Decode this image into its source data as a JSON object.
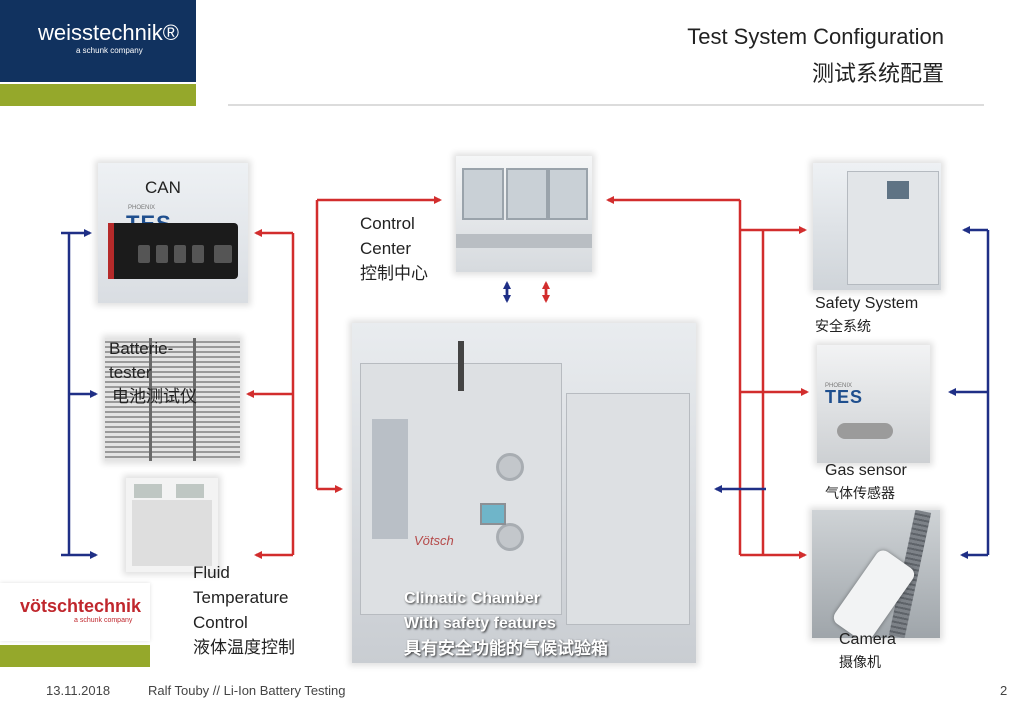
{
  "header": {
    "logo_brand": "weisstechnik®",
    "logo_tagline": "a schunk company",
    "title_en": "Test System Configuration",
    "title_cn": "测试系统配置"
  },
  "devices": {
    "can": {
      "label": "CAN",
      "brand_small": "PHOENIX",
      "brand": "TES"
    },
    "battery_tester": {
      "label_1": "Batterie-",
      "label_2": "tester",
      "label_cn": "电池测试仪"
    },
    "fluid": {
      "label_1": "Fluid",
      "label_2": "Temperature",
      "label_3": "Control",
      "label_cn": "液体温度控制"
    },
    "control_center": {
      "label_1": "Control",
      "label_2": "Center",
      "label_cn": "控制中心"
    },
    "chamber": {
      "label_1": "Climatic Chamber",
      "label_2": "With safety features",
      "label_cn": "具有安全功能的气候试验箱",
      "brand_mark": "Vötsch"
    },
    "safety": {
      "label": "Safety System",
      "label_cn": "安全系统"
    },
    "gas": {
      "label": "Gas sensor",
      "label_cn": "气体传感器",
      "brand_small": "PHOENIX",
      "brand": "TES"
    },
    "camera": {
      "label": "Camera",
      "label_cn": "摄像机"
    }
  },
  "footer_logo": {
    "brand": "vötschtechnik",
    "tagline": "a schunk company"
  },
  "footer": {
    "date": "13.11.2018",
    "author": "Ralf Touby // Li-Ion Battery  Testing",
    "page": "2"
  },
  "colors": {
    "navy": "#11325f",
    "green": "#95a82b",
    "arrow_red": "#d22d2d",
    "arrow_blue": "#1f2f86"
  }
}
